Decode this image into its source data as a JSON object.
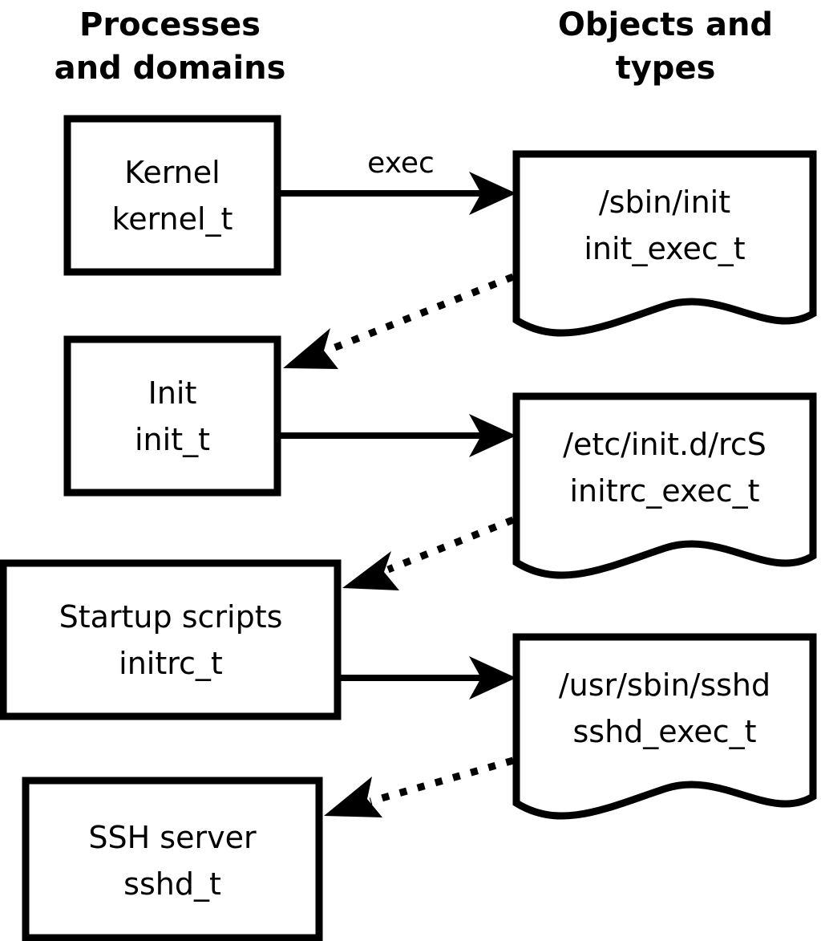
{
  "diagram": {
    "title_left": "Processes\nand domains",
    "columns": [
      {
        "id": "processes",
        "line1": "Processes",
        "line2": "and domains"
      },
      {
        "id": "objects",
        "line1": "Objects and",
        "line2": "types"
      }
    ],
    "process_nodes": [
      {
        "id": "kernel",
        "line1": "Kernel",
        "line2": "kernel_t"
      },
      {
        "id": "init",
        "line1": "Init",
        "line2": "init_t"
      },
      {
        "id": "startup-scripts",
        "line1": "Startup scripts",
        "line2": "initrc_t"
      },
      {
        "id": "ssh-server",
        "line1": "SSH server",
        "line2": "sshd_t"
      }
    ],
    "object_nodes": [
      {
        "id": "sbin-init",
        "line1": "/sbin/init",
        "line2": "init_exec_t"
      },
      {
        "id": "etc-initd-rcs",
        "line1": "/etc/init.d/rcS",
        "line2": "initrc_exec_t"
      },
      {
        "id": "usr-sbin-sshd",
        "line1": "/usr/sbin/sshd",
        "line2": "sshd_exec_t"
      }
    ],
    "edges": [
      {
        "id": "kernel-exec-init",
        "from": "kernel",
        "to": "sbin-init",
        "style": "solid",
        "label": "exec"
      },
      {
        "id": "initexec-transition-init",
        "from": "sbin-init",
        "to": "init",
        "style": "dotted",
        "label": ""
      },
      {
        "id": "init-exec-rcs",
        "from": "init",
        "to": "etc-initd-rcs",
        "style": "solid",
        "label": ""
      },
      {
        "id": "initrcexec-transition-initrc",
        "from": "etc-initd-rcs",
        "to": "startup-scripts",
        "style": "dotted",
        "label": ""
      },
      {
        "id": "initrc-exec-sshd",
        "from": "startup-scripts",
        "to": "usr-sbin-sshd",
        "style": "solid",
        "label": ""
      },
      {
        "id": "sshdexec-transition-sshd",
        "from": "usr-sbin-sshd",
        "to": "ssh-server",
        "style": "dotted",
        "label": ""
      }
    ],
    "colors": {
      "stroke": "#000000",
      "fill": "#ffffff",
      "background": "#ffffff"
    }
  }
}
